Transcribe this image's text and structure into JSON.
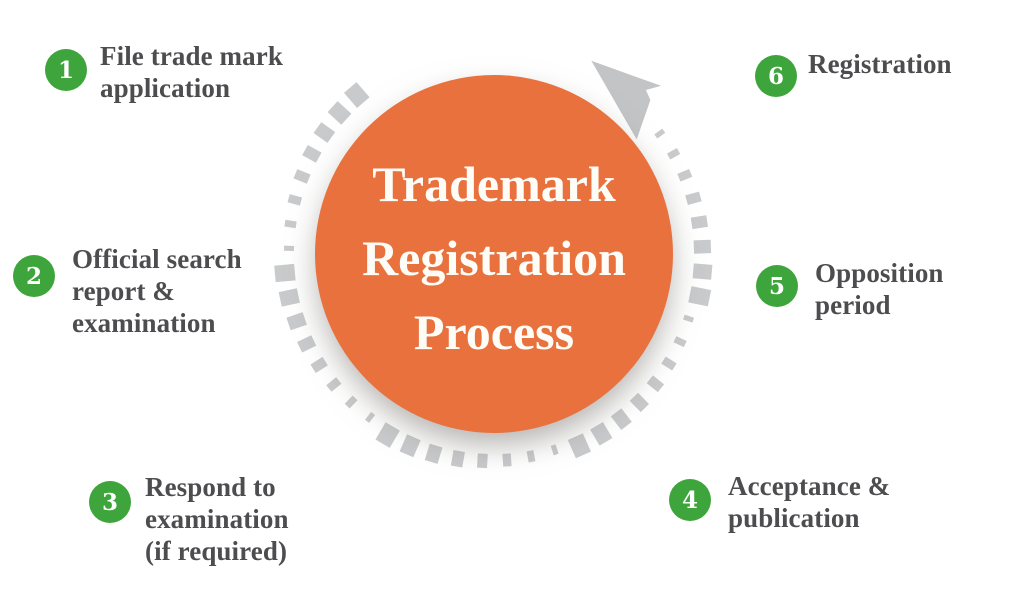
{
  "diagram": {
    "title": "Trademark\nRegistration\nProcess"
  },
  "steps": [
    {
      "num": "1",
      "label": "File trade mark\napplication"
    },
    {
      "num": "2",
      "label": "Official search\nreport &\nexamination"
    },
    {
      "num": "3",
      "label": "Respond to\nexamination\n(if required)"
    },
    {
      "num": "4",
      "label": "Acceptance &\npublication"
    },
    {
      "num": "5",
      "label": "Opposition\nperiod"
    },
    {
      "num": "6",
      "label": "Registration"
    }
  ],
  "colors": {
    "orange_circle": "#E8713E",
    "green_badge": "#3EA43C",
    "ring_gray": "#C9CACC",
    "arrow_gray": "#C3C4C6",
    "label_text": "#4D4D4F",
    "title_text": "#FEFCF6",
    "background": "#FFFFFF"
  }
}
